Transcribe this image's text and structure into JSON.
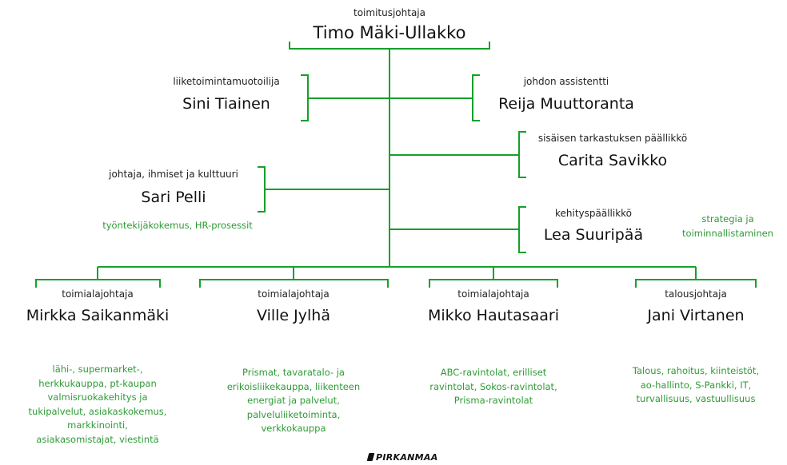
{
  "ceo": {
    "role": "toimitusjohtaja",
    "name": "Timo Mäki-Ullakko"
  },
  "staff_left": [
    {
      "role": "liiketoimintamuotoilija",
      "name": "Sini Tiainen",
      "note": ""
    },
    {
      "role": "johtaja, ihmiset ja kulttuuri",
      "name": "Sari Pelli",
      "note": "työntekijäkokemus, HR-prosessit"
    }
  ],
  "staff_right": [
    {
      "role": "johdon assistentti",
      "name": "Reija Muuttoranta",
      "note": ""
    },
    {
      "role": "sisäisen tarkastuksen päällikkö",
      "name": "Carita Savikko",
      "note": ""
    },
    {
      "role": "kehityspäällikkö",
      "name": "Lea Suuripää",
      "note": "strategia ja\ntoiminnallistaminen"
    }
  ],
  "directors": [
    {
      "role": "toimialajohtaja",
      "name": "Mirkka Saikanmäki",
      "note": "lähi-, supermarket-,\nherkkukauppa, pt-kaupan\nvalmisruokakehitys ja\ntukipalvelut, asiakaskokemus,\nmarkkinointi,\nasiakasomistajat, viestintä"
    },
    {
      "role": "toimialajohtaja",
      "name": "Ville Jylhä",
      "note": "Prismat, tavaratalo- ja\nerikoisliikekauppa, liikenteen\nenergiat ja palvelut,\npalveluliiketoiminta,\nverkkokauppa"
    },
    {
      "role": "toimialajohtaja",
      "name": "Mikko Hautasaari",
      "note": "ABC-ravintolat, erilliset\nravintolat, Sokos-ravintolat,\nPrisma-ravintolat"
    },
    {
      "role": "talousjohtaja",
      "name": "Jani Virtanen",
      "note": "Talous, rahoitus, kiinteistöt,\nao-hallinto, S-Pankki, IT,\nturvallisuus, vastuullisuus"
    }
  ],
  "logo": {
    "text": "PIRKANMAA"
  },
  "colors": {
    "line": "#16a02a",
    "note": "#2e9b35"
  }
}
